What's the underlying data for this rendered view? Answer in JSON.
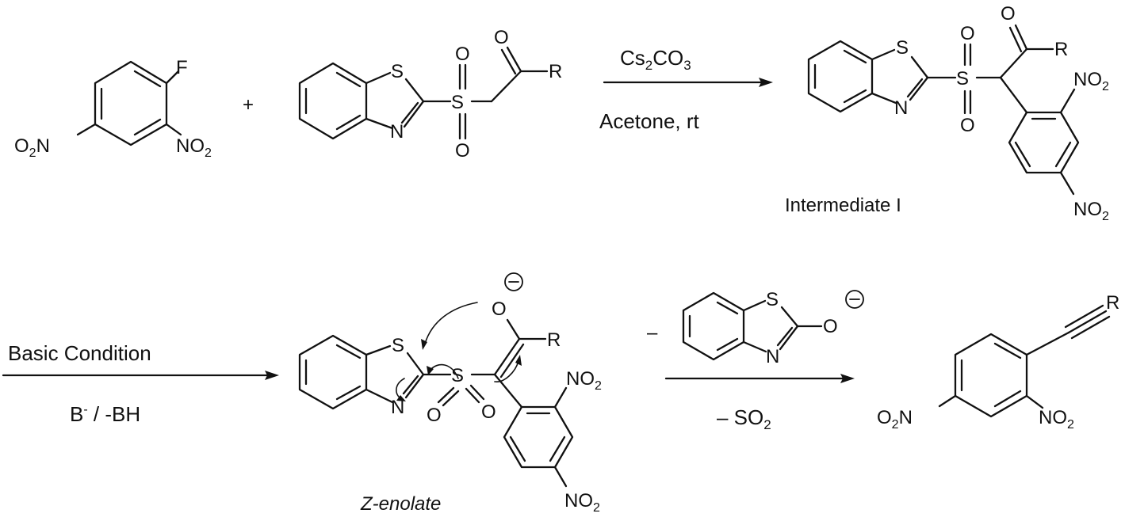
{
  "reaction": {
    "plus_sign": "+",
    "step1_reagent_top": "Cs2CO3",
    "step1_reagent_top_parts": {
      "pre": "Cs",
      "sub": "2",
      "mid": "CO",
      "sub2": "3"
    },
    "step1_reagent_bottom": "Acetone, rt",
    "step2_condition_top": "Basic Condition",
    "step2_condition_bottom_parts": {
      "pre": "B",
      "sup": "-",
      "post": " / -BH"
    },
    "step3_minus_sign": "–",
    "step3_bottom_parts": {
      "pre": "– SO",
      "sub": "2"
    }
  },
  "labels": {
    "intermediate": "Intermediate I",
    "enolate": "Z-enolate"
  },
  "atoms": {
    "F": "F",
    "S": "S",
    "N": "N",
    "O": "O",
    "R": "R",
    "NO": "NO",
    "O_sub": "2",
    "O2N_pre": "O",
    "O2N_post": "N",
    "charge": "−"
  }
}
